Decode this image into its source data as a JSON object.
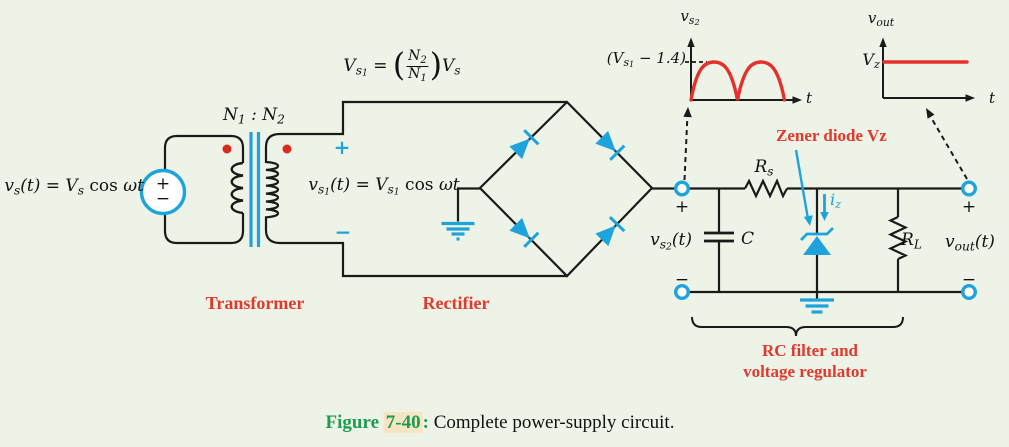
{
  "colors": {
    "accent_blue": "#1fa3dc",
    "signal_red": "#e5302c",
    "label_red": "#e0392e",
    "dot_red": "#d92b1b",
    "caption_green": "#1d9b50",
    "highlight_tan": "#f7e4c3",
    "background": "#edf3e6"
  },
  "source": {
    "plus": "+",
    "minus": "−",
    "formula": [
      {
        "t": "v"
      },
      {
        "t": "s",
        "sub": 1
      },
      {
        "t": "(t) = V"
      },
      {
        "t": "s",
        "sub": 1
      },
      {
        "t": " cos ",
        "up": true
      },
      {
        "t": "ωt"
      }
    ]
  },
  "transformer": {
    "section_label": "Transformer",
    "ratio_label": [
      {
        "t": "N"
      },
      {
        "t": "1",
        "sub": 1
      },
      {
        "t": " : N"
      },
      {
        "t": "2",
        "sub": 1
      }
    ],
    "secondary_peak_formula": [
      {
        "t": "V"
      },
      {
        "t": "s",
        "sub": 1
      },
      {
        "t": "1",
        "sub": 2
      },
      {
        "t": " = ",
        "up": true
      },
      {
        "t": "(",
        "big": true
      },
      {
        "frac": [
          [
            {
              "t": "N"
            },
            {
              "t": "2",
              "sub": 1
            }
          ],
          [
            {
              "t": "N"
            },
            {
              "t": "1",
              "sub": 1
            }
          ]
        ]
      },
      {
        "t": ")",
        "big": true
      },
      {
        "t": "V"
      },
      {
        "t": "s",
        "sub": 1
      }
    ],
    "secondary_time_formula": [
      {
        "t": "v"
      },
      {
        "t": "s",
        "sub": 1
      },
      {
        "t": "1",
        "sub": 2
      },
      {
        "t": "(t) = V"
      },
      {
        "t": "s",
        "sub": 1
      },
      {
        "t": "1",
        "sub": 2
      },
      {
        "t": " cos ",
        "up": true
      },
      {
        "t": "ωt"
      }
    ],
    "plus": "+",
    "minus": "−"
  },
  "rectifier": {
    "section_label": "Rectifier"
  },
  "filter": {
    "section_label_line1": "RC filter and",
    "section_label_line2": "voltage regulator",
    "vs2_label": [
      {
        "t": "v"
      },
      {
        "t": "s",
        "sub": 1
      },
      {
        "t": "2",
        "sub": 2
      },
      {
        "t": "(t)"
      }
    ],
    "cap_label": [
      {
        "t": "C"
      }
    ],
    "rs_label": [
      {
        "t": "R"
      },
      {
        "t": "s",
        "sub": 1
      }
    ],
    "iz_label": [
      {
        "t": "i"
      },
      {
        "t": "z",
        "sub": 1
      }
    ],
    "rl_label": [
      {
        "t": "R"
      },
      {
        "t": "L",
        "sub": 1
      }
    ],
    "vout_label": [
      {
        "t": "v"
      },
      {
        "t": "out",
        "sub": 1
      },
      {
        "t": "(t)"
      }
    ],
    "zener_label": [
      {
        "t": "Zener diode "
      },
      {
        "t": "V",
        "it": true
      },
      {
        "t": "z",
        "sub": 1,
        "it": true
      }
    ],
    "plus_in": "+",
    "minus_in": "−",
    "plus_out": "+",
    "minus_out": "−"
  },
  "plots": {
    "vs2_plot": {
      "type": "line",
      "y_axis_label": [
        {
          "t": "v"
        },
        {
          "t": "s",
          "sub": 1
        },
        {
          "t": "2",
          "sub": 2
        }
      ],
      "x_axis_label": "t",
      "peak_level_label": [
        {
          "t": "(V"
        },
        {
          "t": "s",
          "sub": 1
        },
        {
          "t": "1",
          "sub": 2
        },
        {
          "t": " − 1.4)"
        }
      ],
      "waveform": "full-wave rectified sine, two positive humps peaking at (Vs1 − 1.4)"
    },
    "vout_plot": {
      "type": "line",
      "y_axis_label": [
        {
          "t": "v"
        },
        {
          "t": "out",
          "sub": 1
        }
      ],
      "x_axis_label": "t",
      "level_label": [
        {
          "t": "V"
        },
        {
          "t": "z",
          "sub": 1
        }
      ],
      "waveform": "constant DC level at Vz"
    }
  },
  "caption": {
    "figure_word": "Figure",
    "figure_number": "7-40",
    "colon": ":",
    "text": " Complete power-supply circuit."
  }
}
